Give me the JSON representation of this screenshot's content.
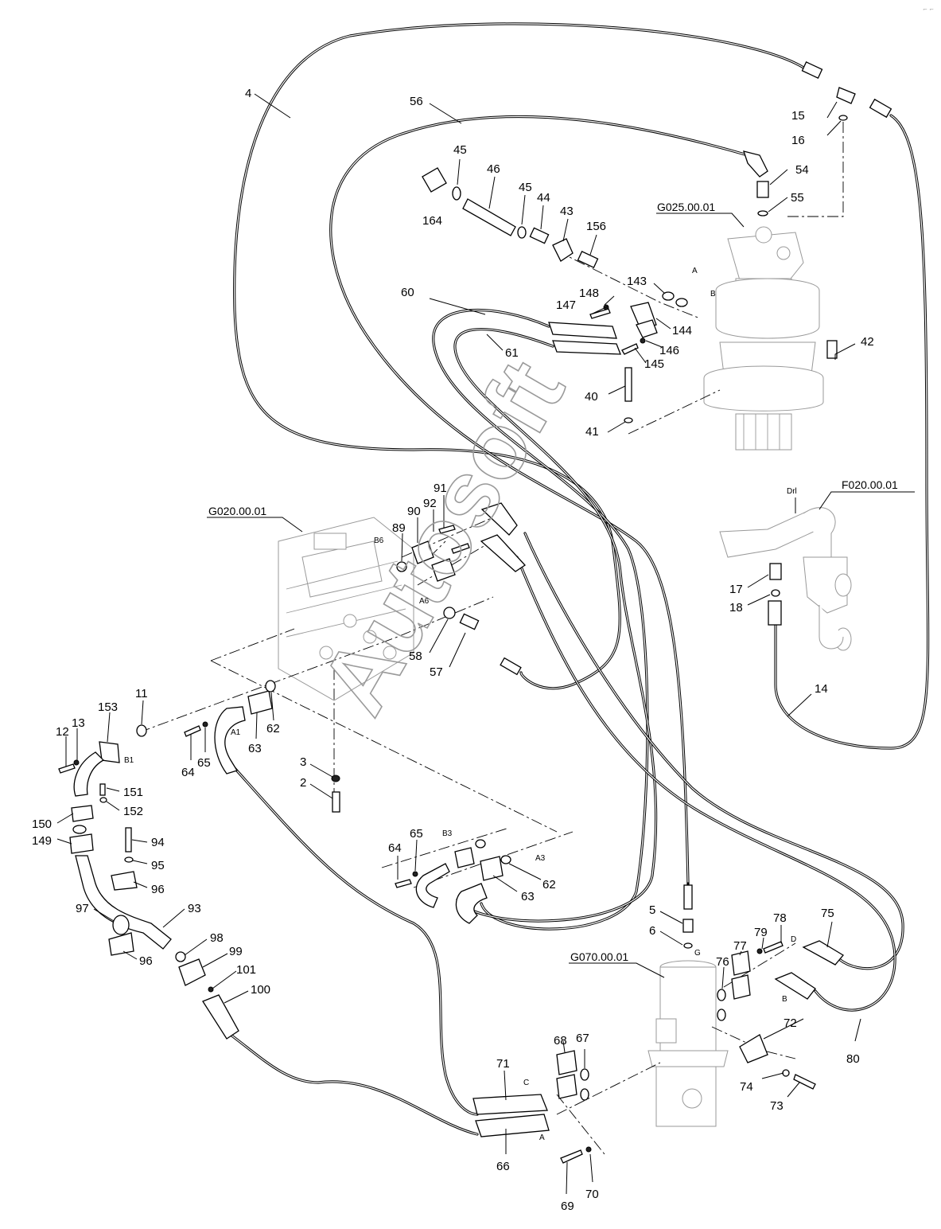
{
  "assemblies": [
    {
      "id": "G025.00.01"
    },
    {
      "id": "G020.00.01"
    },
    {
      "id": "F020.00.01"
    },
    {
      "id": "G070.00.01"
    }
  ],
  "part_numbers": [
    "4",
    "56",
    "45",
    "46",
    "45",
    "44",
    "43",
    "156",
    "164",
    "15",
    "16",
    "54",
    "55",
    "143",
    "148",
    "147",
    "144",
    "146",
    "145",
    "60",
    "61",
    "40",
    "41",
    "42",
    "91",
    "92",
    "90",
    "89",
    "58",
    "57",
    "11",
    "153",
    "12",
    "13",
    "151",
    "152",
    "150",
    "149",
    "94",
    "95",
    "96",
    "97",
    "93",
    "96",
    "98",
    "99",
    "101",
    "100",
    "64",
    "65",
    "63",
    "62",
    "3",
    "2",
    "64",
    "65",
    "63",
    "62",
    "17",
    "18",
    "14",
    "5",
    "6",
    "78",
    "79",
    "77",
    "75",
    "76",
    "72",
    "74",
    "73",
    "80",
    "68",
    "67",
    "71",
    "66",
    "69",
    "70"
  ],
  "port_labels": [
    "A",
    "B",
    "B6",
    "A6",
    "B1",
    "A1",
    "B3",
    "A3",
    "Drl",
    "G",
    "D",
    "B",
    "C",
    "A"
  ],
  "watermark": "Autosoft",
  "corner_mark": "⌐ ⌐"
}
